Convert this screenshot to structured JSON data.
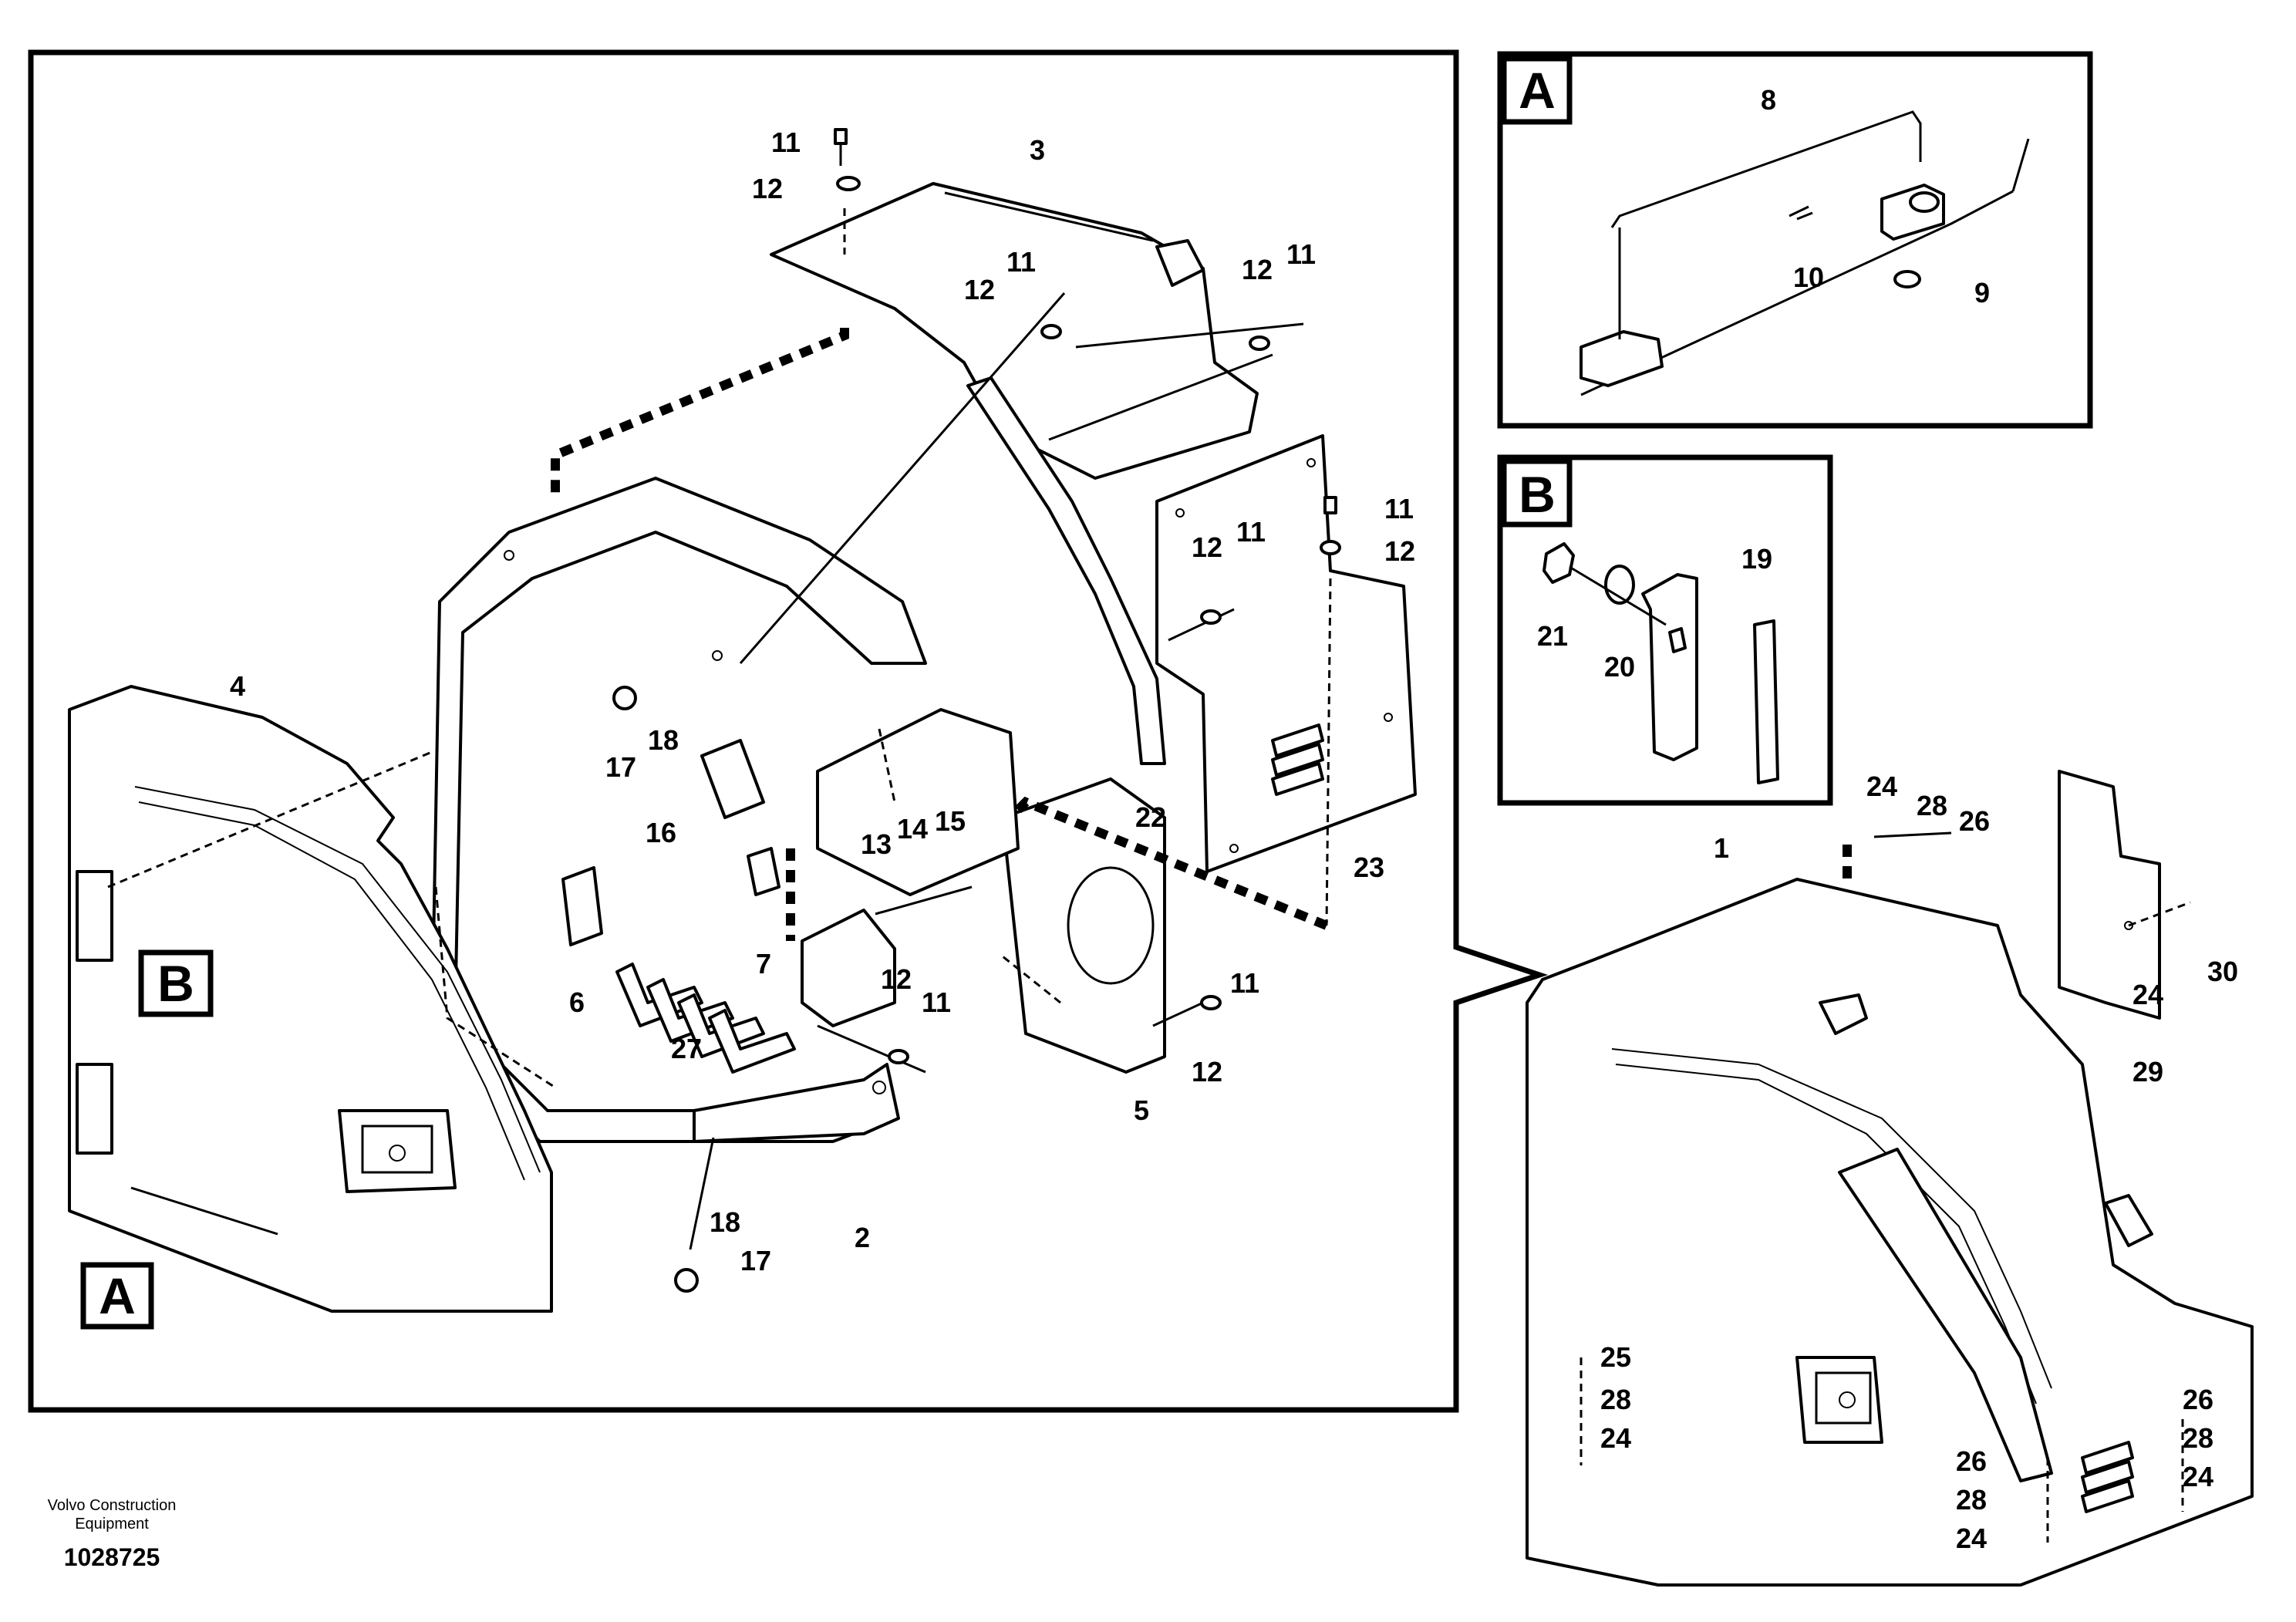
{
  "views": {
    "a": "A",
    "b": "B"
  },
  "footer": {
    "company_line1": "Volvo Construction",
    "company_line2": "Equipment",
    "drawing_number": "1028725"
  },
  "callouts": {
    "c1": "1",
    "c2": "2",
    "c3": "3",
    "c4": "4",
    "c5": "5",
    "c6": "6",
    "c7": "7",
    "c8": "8",
    "c9": "9",
    "c10": "10",
    "c11a": "11",
    "c11b": "11",
    "c11c": "11",
    "c11d": "11",
    "c11e": "11",
    "c11f": "11",
    "c11g": "11",
    "c12a": "12",
    "c12b": "12",
    "c12c": "12",
    "c12d": "12",
    "c12e": "12",
    "c12f": "12",
    "c12g": "12",
    "c13": "13",
    "c14": "14",
    "c15": "15",
    "c16": "16",
    "c17a": "17",
    "c17b": "17",
    "c18a": "18",
    "c18b": "18",
    "c19": "19",
    "c20": "20",
    "c21": "21",
    "c22": "22",
    "c23": "23",
    "c24a": "24",
    "c24b": "24",
    "c24c": "24",
    "c24d": "24",
    "c24e": "24",
    "c25": "25",
    "c26a": "26",
    "c26b": "26",
    "c26c": "26",
    "c27": "27",
    "c28a": "28",
    "c28b": "28",
    "c28c": "28",
    "c28d": "28",
    "c29": "29",
    "c30": "30"
  }
}
